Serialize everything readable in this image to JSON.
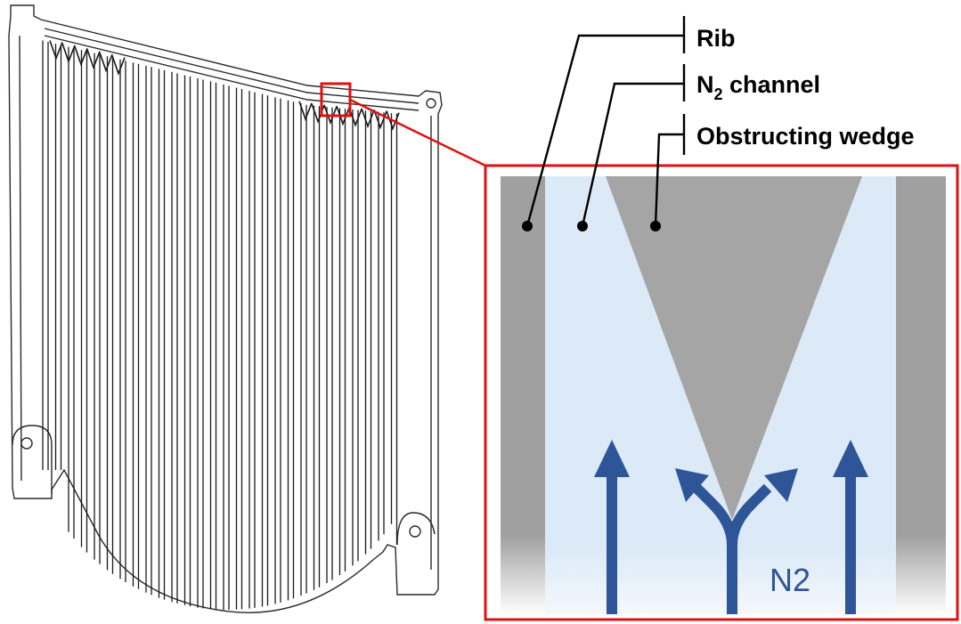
{
  "labels": {
    "rib": "Rib",
    "channel_prefix": "N",
    "channel_sub": "2",
    "channel_suffix": " channel",
    "wedge": "Obstructing wedge",
    "flow": "N2"
  },
  "colors": {
    "highlight": "#e01010",
    "rib": "#a0a0a0",
    "channel": "#dceaf7",
    "wedge": "#a5a5a5",
    "arrow": "#2e5597",
    "outline": "#2a2a2a"
  }
}
